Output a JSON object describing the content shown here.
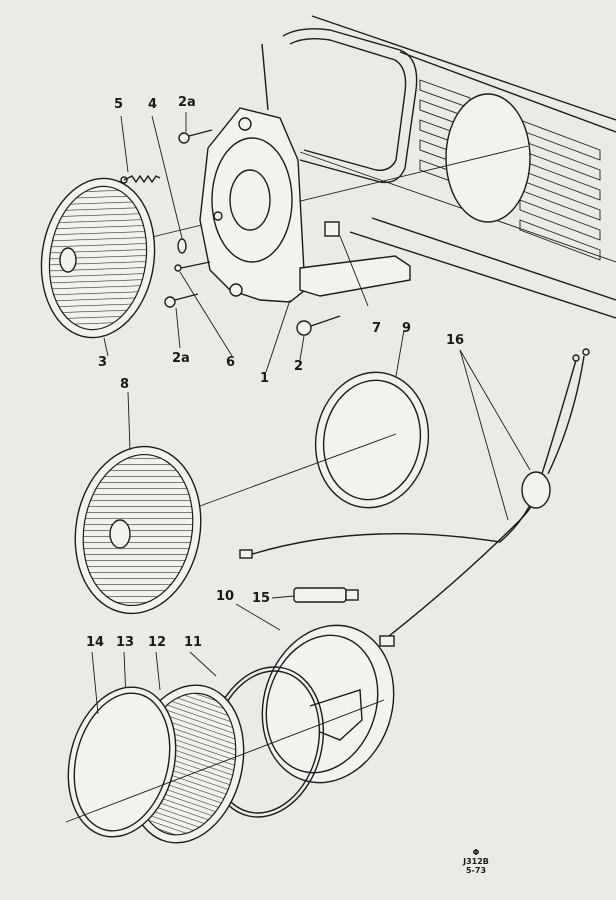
{
  "labels": {
    "l5": "5",
    "l4": "4",
    "l2a_top": "2a",
    "l2a_bottom": "2a",
    "l3": "3",
    "l6": "6",
    "l1": "1",
    "l2": "2",
    "l7": "7",
    "l9": "9",
    "l16": "16",
    "l8": "8",
    "l10": "10",
    "l15": "15",
    "l14": "14",
    "l13": "13",
    "l12": "12",
    "l11": "11"
  },
  "reference": {
    "symbol": "Φ",
    "code": "J312B",
    "date": "5-73"
  }
}
